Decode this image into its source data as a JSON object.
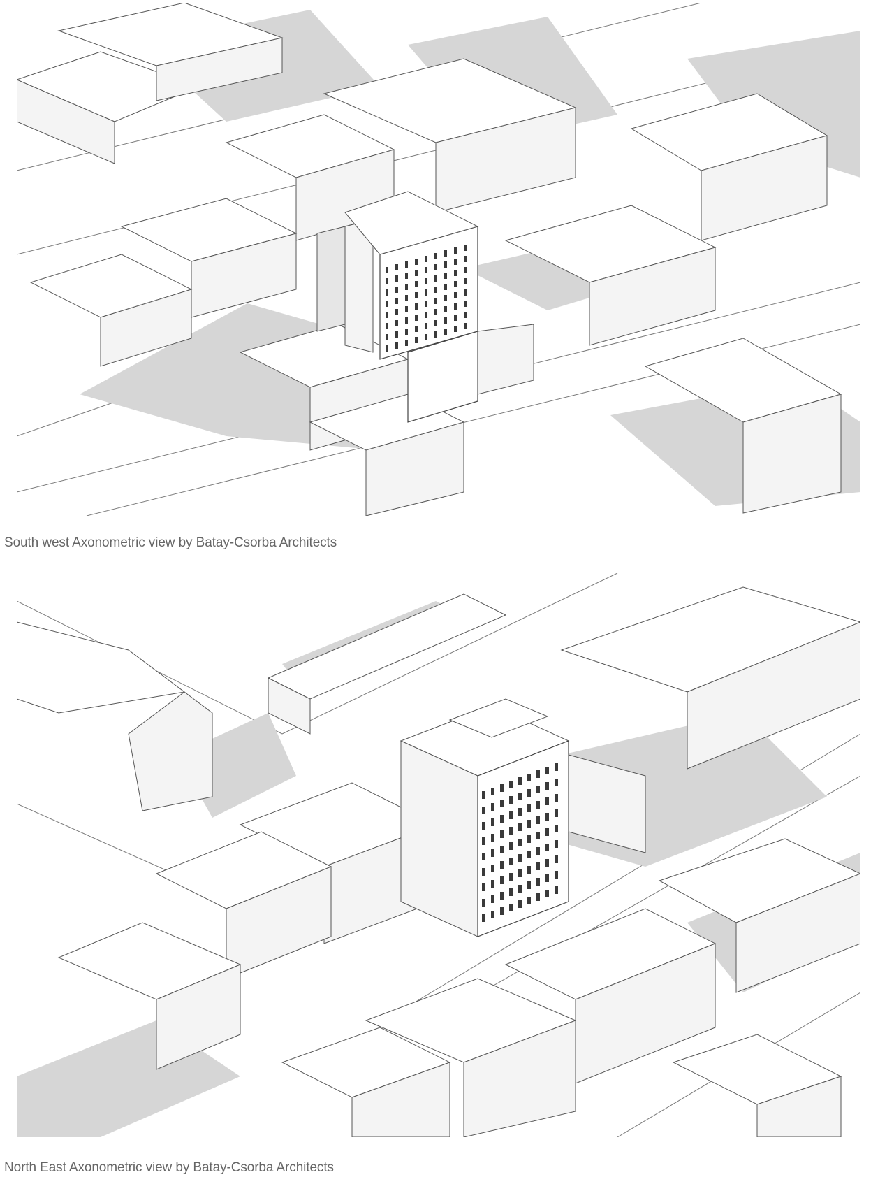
{
  "figures": [
    {
      "id": "south-west",
      "caption": "South west Axonometric view by Batay-Csorba Architects"
    },
    {
      "id": "north-east",
      "caption": "North East Axonometric view by Batay-Csorba Architects"
    }
  ]
}
